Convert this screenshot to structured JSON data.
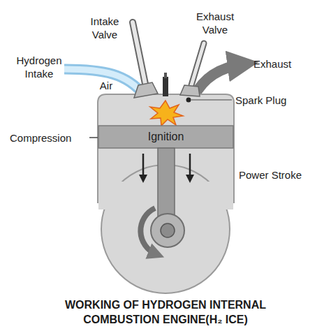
{
  "diagram": {
    "title": "WORKING OF HYDROGEN INTERNAL COMBUSTION ENGINE(H₂ ICE)",
    "nodes": [
      {
        "text": [
          "Ignition"
        ]
      }
    ],
    "labels": [
      "Intake Valve",
      "Exhaust Valve",
      "Hydrogen Intake",
      "Air",
      "Exhaust",
      "Spark Plug",
      "Compression",
      "Power Stroke"
    ]
  }
}
